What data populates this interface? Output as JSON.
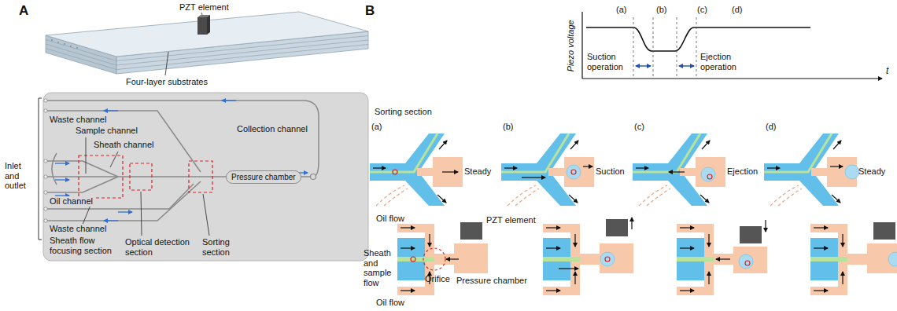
{
  "diagram": {
    "nodes": [
      {
        "text": [
          "Pressure chamber"
        ]
      }
    ],
    "labels": [
      "A",
      "PZT element",
      "Four-layer substrates",
      "Sample channel",
      "Sheath channel",
      "Waste channel",
      "Collection channel",
      "Inlet and outlet",
      "Oil channel",
      "Waste channel",
      "Sheath flow focusing section",
      "Optical detection section",
      "Sorting section",
      "B",
      "Piezo voltage",
      "t",
      "(a)",
      "(b)",
      "(c)",
      "(d)",
      "Suction operation",
      "Ejection operation",
      "Sorting section",
      "(a)",
      "(b)",
      "(c)",
      "(d)",
      "Steady",
      "Suction",
      "Ejection",
      "Steady",
      "Oil flow",
      "PZT element",
      "Sheath and sample flow",
      "Orifice",
      "Pressure chamber",
      "Oil flow"
    ]
  }
}
